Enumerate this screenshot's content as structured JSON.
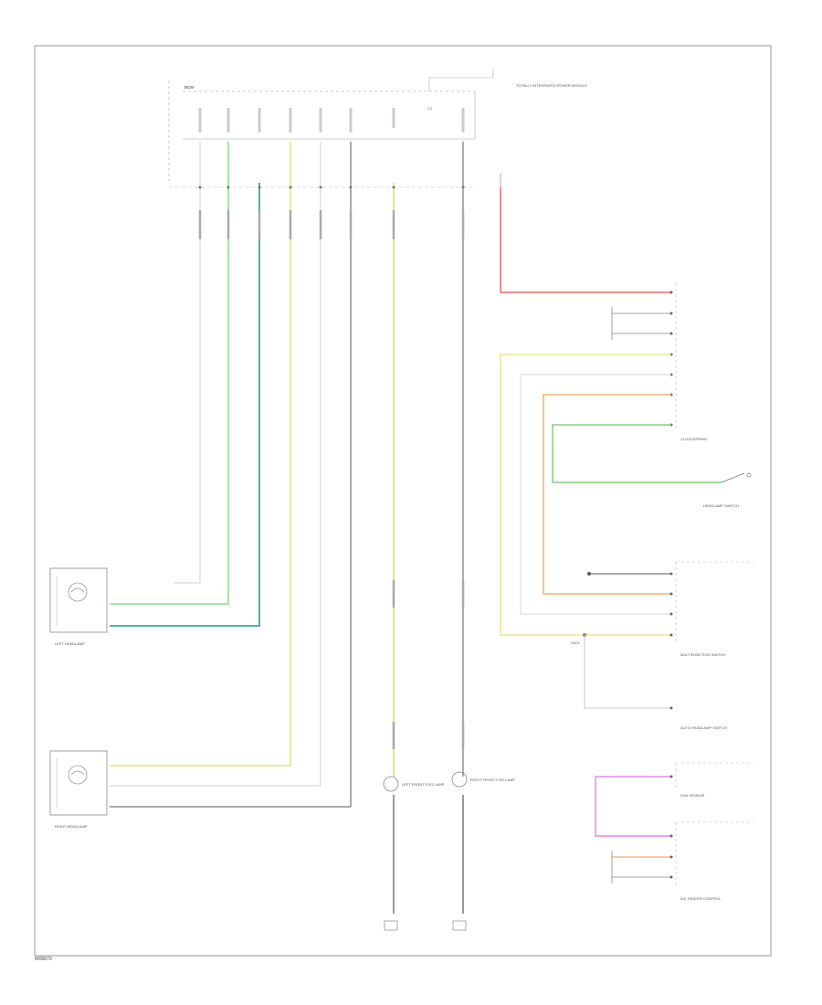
{
  "colors": {
    "red": "#f08080",
    "orange": "#f0b070",
    "green": "#80d080",
    "teal": "#3aa8a0",
    "yellow": "#e8e080",
    "magenta": "#e070e0",
    "gray": "#c0c0c0",
    "black": "#444444"
  },
  "module": {
    "top_label": "BCM",
    "sub_label": "TOTALLY INTEGRATED POWER MODULE",
    "pin_label": "C1"
  },
  "components": {
    "left_headlamp": "LEFT HEADLAMP",
    "right_headlamp": "RIGHT HEADLAMP",
    "left_fog": "LEFT FRONT FOG LAMP",
    "right_fog": "RIGHT FRONT FOG LAMP",
    "multifunction": "MULTIFUNCTION SWITCH",
    "clock_spring": "CLOCKSPRING",
    "headlamp_switch": "HEADLAMP SWITCH",
    "ac_heater": "A/C HEATER CONTROL",
    "g_label": "G201",
    "sensor": "SUN SENSOR",
    "auto_hl": "AUTO HEADLAMP SWITCH"
  },
  "footer": "W05670"
}
